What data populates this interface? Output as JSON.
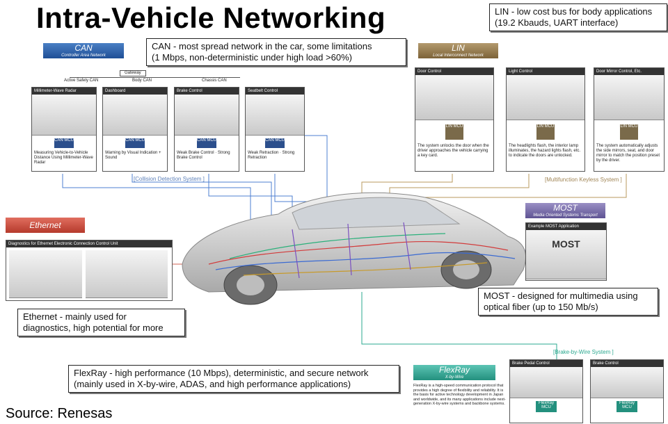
{
  "title": "Intra-Vehicle Networking",
  "source": "Source: Renesas",
  "callouts": {
    "lin": [
      "LIN - low cost bus for body applications",
      "(19.2 Kbauds, UART interface)"
    ],
    "can": [
      "CAN - most spread network in the car, some limitations",
      "(1 Mbps, non-deterministic under high load >60%)"
    ],
    "ethernet": [
      "Ethernet  - mainly used for",
      "diagnostics, high potential for more"
    ],
    "most": [
      "MOST - designed for multimedia using",
      "optical fiber (up to 150 Mb/s)"
    ],
    "flexray": [
      "FlexRay - high performance (10 Mbps), deterministic, and secure network",
      "(mainly used in X-by-wire, ADAS, and high performance applications)"
    ]
  },
  "tags": {
    "can": {
      "name": "CAN",
      "sub": "Controller Area Network"
    },
    "lin": {
      "name": "LIN",
      "sub": "Local Interconnect Network"
    },
    "ethernet": {
      "name": "Ethernet"
    },
    "most": {
      "name": "MOST",
      "sub": "Media Oriented Systems Transport"
    },
    "flexray": {
      "name": "FlexRay",
      "sub": "X-by-Wire"
    }
  },
  "can_section": {
    "gateway": "Gateway",
    "buses": [
      "Active Safety CAN",
      "Body CAN",
      "Chassis CAN"
    ],
    "system": "[Collision Detection System ]",
    "panels": [
      {
        "head": "Millimeter-Wave Radar",
        "caption": "Measuring Vehicle-to-Vehicle Distance Using Millimeter-Wave Radar"
      },
      {
        "head": "Dashboard",
        "caption": "Warning by Visual Indication + Sound"
      },
      {
        "head": "Brake Control",
        "caption": "Weak Brake Control · Strong Brake Control"
      },
      {
        "head": "Seatbelt Control",
        "caption": "Weak Retraction · Strong Retraction"
      }
    ],
    "mcu": "CAN MCU"
  },
  "lin_section": {
    "system": "[Multifunction Keyless System ]",
    "panels": [
      {
        "head": "Door Control",
        "caption": "The system unlocks the door when the driver approaches the vehicle carrying a key card."
      },
      {
        "head": "Light Control",
        "caption": "The headlights flash, the interior lamp illuminates, the hazard lights flash, etc. to indicate the doors are unlocked."
      },
      {
        "head": "Door Mirror Control, Etc.",
        "caption": "The system automatically adjusts the side mirrors, seat, and door mirror to match the position preset by the driver."
      }
    ],
    "mcu": "LIN MCU"
  },
  "ethernet_section": {
    "head": "Diagnostics for Ethernet Electronic Connection Control Unit"
  },
  "most_section": {
    "head": "Example MOST Application",
    "logo": "MOST"
  },
  "flexray_section": {
    "system": "[Brake-by-Wire System ]",
    "panels": [
      {
        "head": "Brake Pedal Control"
      },
      {
        "head": "Brake Control"
      }
    ],
    "mcu": "FlexRay MCU",
    "description": "FlexRay is a high-speed communication protocol that provides a high degree of flexibility and reliability. It is the basis for active technology development in Japan and worldwide, and its many applications include next-generation X-by-wire systems and backbone systems."
  }
}
